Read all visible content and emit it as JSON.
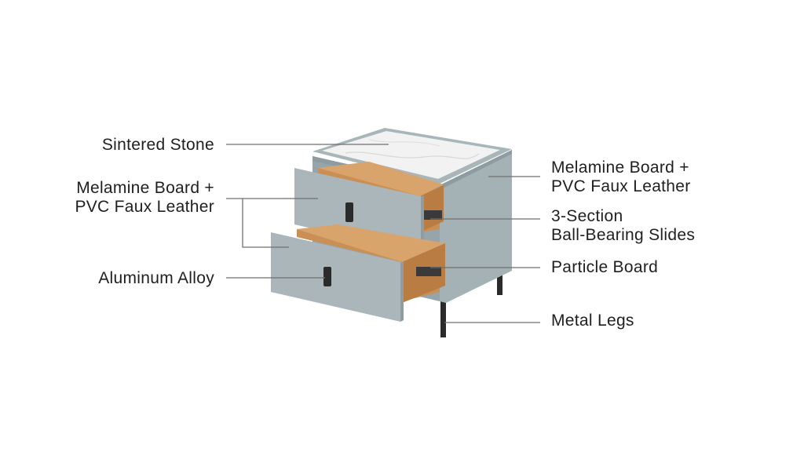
{
  "diagram": {
    "labels_left": [
      {
        "key": "sintered",
        "lines": [
          "Sintered Stone"
        ]
      },
      {
        "key": "melamine_left",
        "lines": [
          "Melamine Board +",
          "PVC Faux Leather"
        ]
      },
      {
        "key": "aluminum",
        "lines": [
          "Aluminum Alloy"
        ]
      }
    ],
    "labels_right": [
      {
        "key": "melamine_right",
        "lines": [
          "Melamine Board +",
          "PVC Faux Leather"
        ]
      },
      {
        "key": "slides",
        "lines": [
          "3-Section",
          "Ball-Bearing Slides"
        ]
      },
      {
        "key": "particle",
        "lines": [
          "Particle Board"
        ]
      },
      {
        "key": "legs",
        "lines": [
          "Metal Legs"
        ]
      }
    ]
  },
  "colors": {
    "body": "#a7b4b8",
    "body_dark": "#8d9ba0",
    "drawer_front": "#aab6ba",
    "wood": "#d9a46b",
    "wood_dark": "#b97d43",
    "marble": "#f1f2f1",
    "metal": "#2b2b2b",
    "leader_line": "#6f6f6f"
  }
}
